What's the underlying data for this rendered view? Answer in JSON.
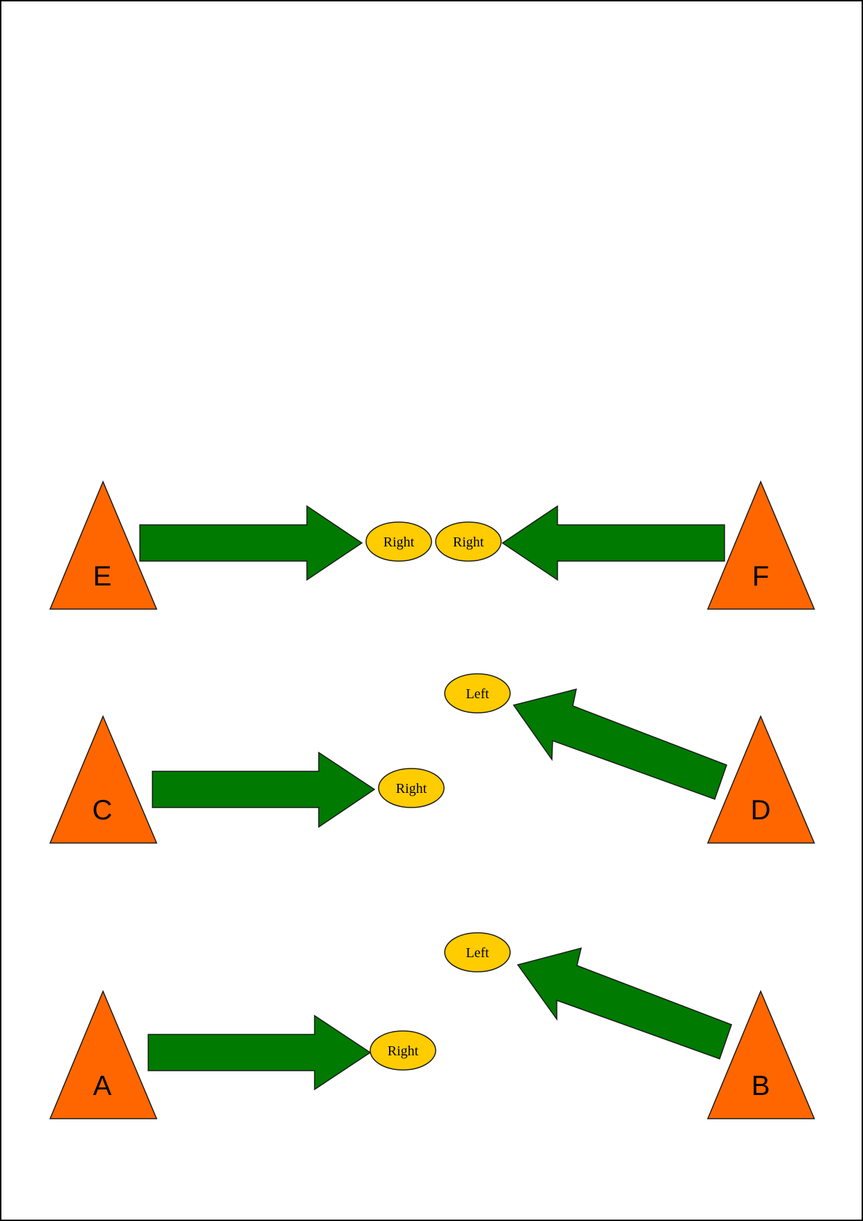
{
  "colors": {
    "cone": "#ff6600",
    "arrow": "#007a00",
    "ball": "#ffcc00",
    "outline": "#1a1a1a",
    "text": "#000000"
  },
  "stations": {
    "E": {
      "cone_label": "E"
    },
    "F": {
      "cone_label": "F"
    },
    "C": {
      "cone_label": "C"
    },
    "D": {
      "cone_label": "D"
    },
    "A": {
      "cone_label": "A"
    },
    "B": {
      "cone_label": "B"
    }
  },
  "balls": {
    "e_ball": {
      "label": "Right"
    },
    "f_ball": {
      "label": "Right"
    },
    "d_ball": {
      "label": "Left"
    },
    "c_ball": {
      "label": "Right"
    },
    "b_ball": {
      "label": "Left"
    },
    "a_ball": {
      "label": "Right"
    }
  }
}
